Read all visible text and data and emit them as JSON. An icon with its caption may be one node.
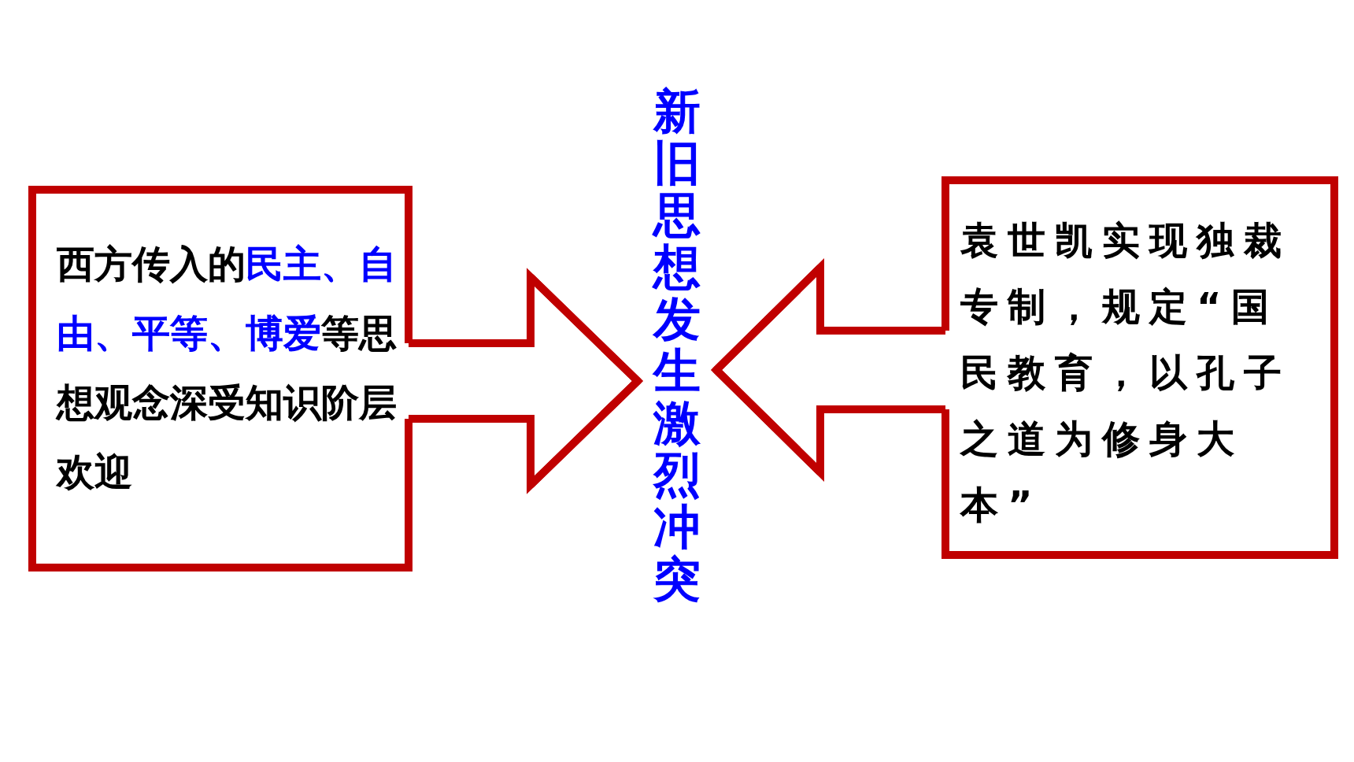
{
  "diagram": {
    "nodes": [
      {
        "text": [
          "西方传入的**民主、自由、平等、博爱**等思想观念深受知识阶层欢迎"
        ]
      },
      {
        "text": [
          "新旧思想发生激烈冲突"
        ]
      },
      {
        "text": [
          "袁世凯实现独裁专制，规定“国民教育，以孔子之道为修身大本”"
        ]
      }
    ],
    "edges": [
      {
        "from": 0,
        "to": 1,
        "arrow": "to",
        "color": "#c00000"
      },
      {
        "from": 2,
        "to": 1,
        "arrow": "to",
        "color": "#c00000"
      }
    ]
  }
}
